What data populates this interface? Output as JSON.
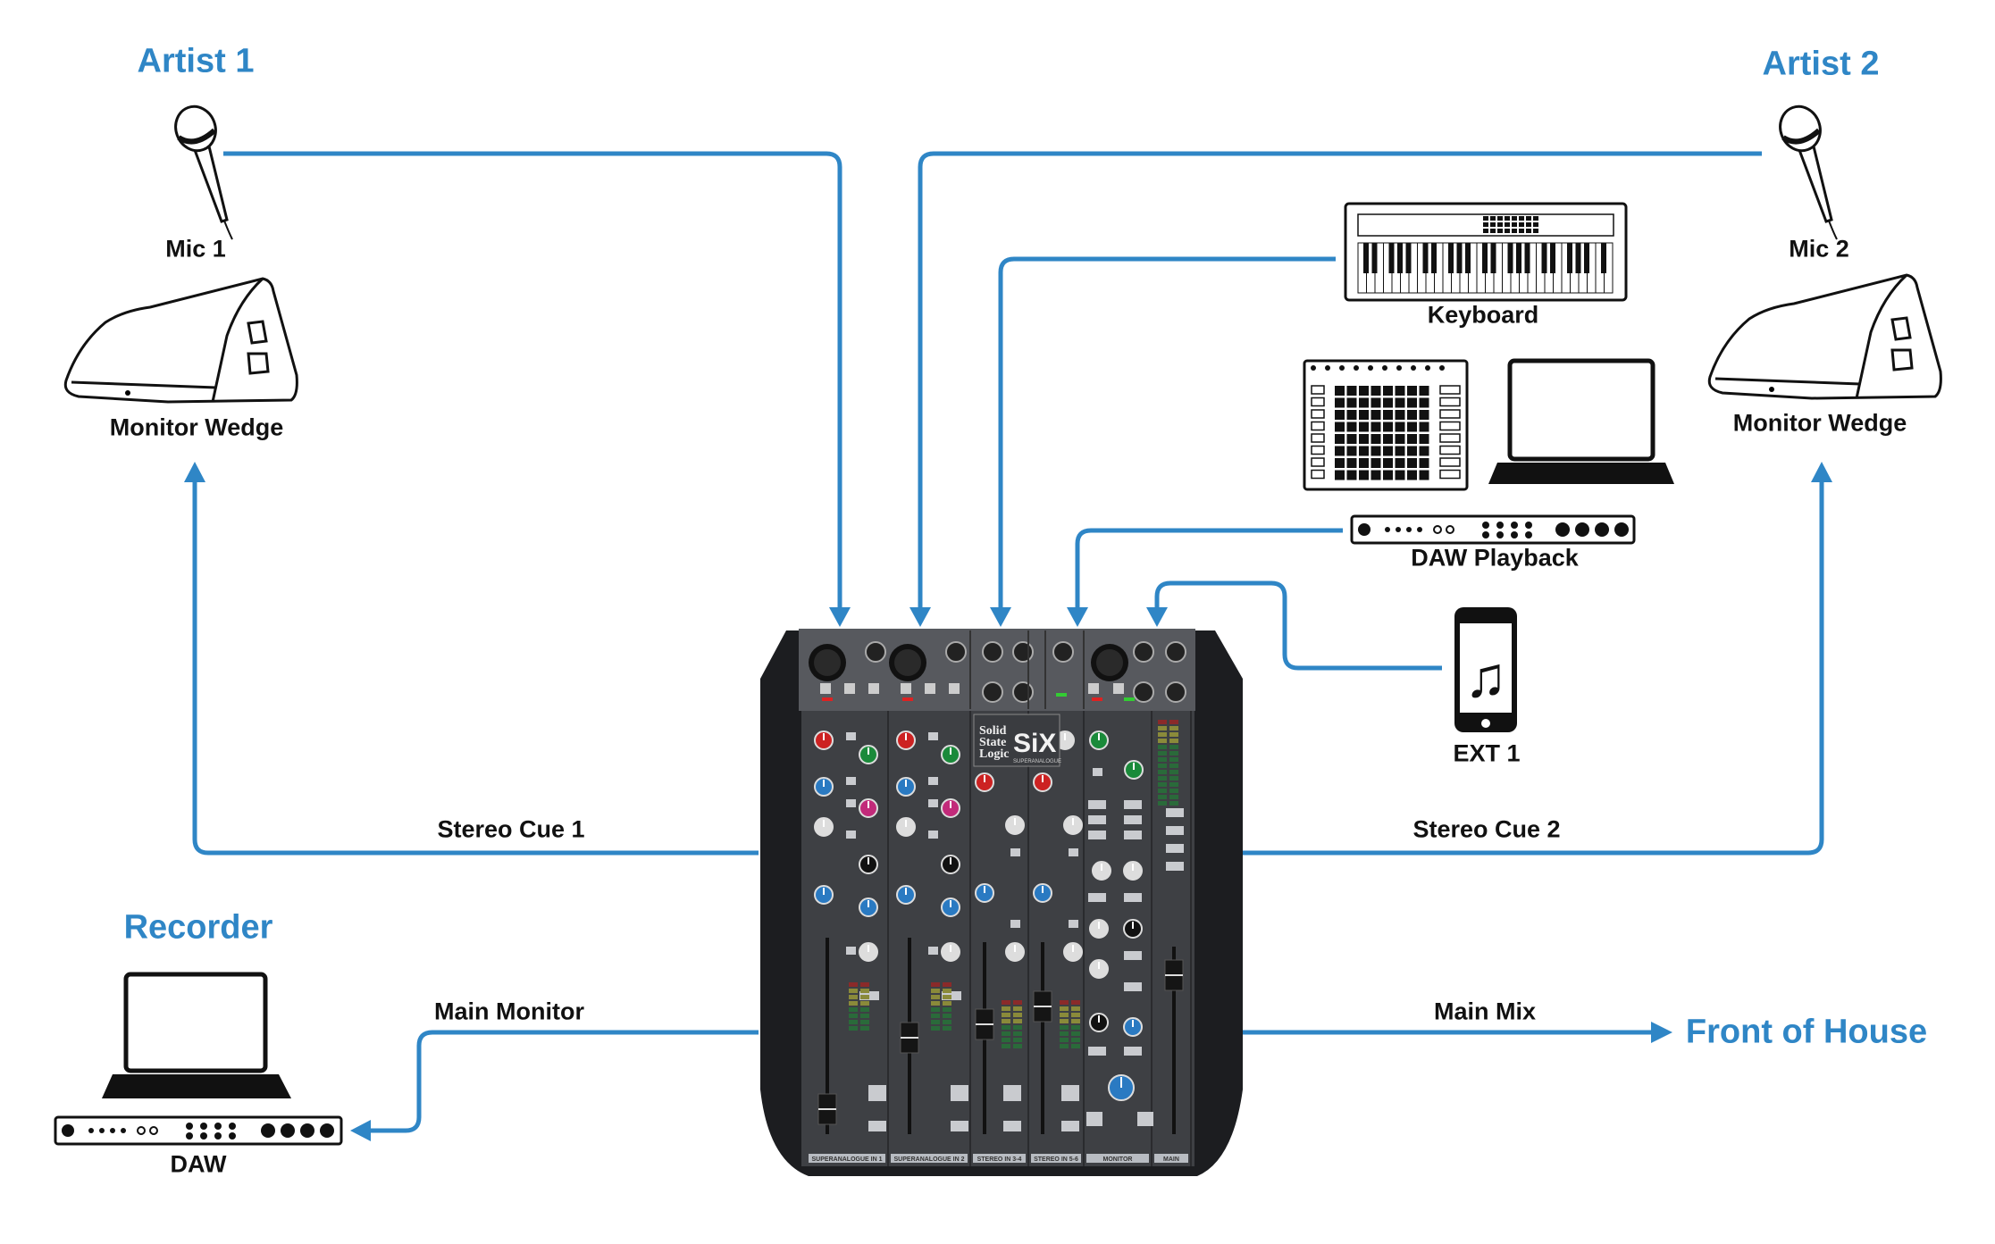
{
  "colors": {
    "accent": "#2f86c6",
    "text": "#111111"
  },
  "groups": {
    "artist1": "Artist 1",
    "artist2": "Artist 2",
    "recorder": "Recorder",
    "foh": "Front of House"
  },
  "devices": {
    "mic1": "Mic 1",
    "mic2": "Mic 2",
    "wedge1": "Monitor Wedge",
    "wedge2": "Monitor Wedge",
    "keyboard": "Keyboard",
    "daw_playback": "DAW Playback",
    "ext1": "EXT 1",
    "daw": "DAW"
  },
  "connections": {
    "stereo_cue_1": "Stereo Cue 1",
    "stereo_cue_2": "Stereo Cue 2",
    "main_monitor": "Main Monitor",
    "main_mix": "Main Mix"
  },
  "mixer": {
    "brand_line1": "Solid",
    "brand_line2": "State",
    "brand_line3": "Logic",
    "model": "SiX",
    "subtitle": "SUPERANALOGUE",
    "strips": [
      "SUPERANALOGUE IN 1",
      "SUPERANALOGUE IN 2",
      "STEREO IN 3-4",
      "STEREO IN 5-6",
      "MONITOR",
      "MAIN"
    ]
  }
}
